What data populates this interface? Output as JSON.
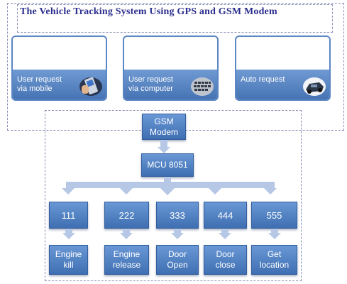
{
  "title": "The Vehicle Tracking System Using GPS and GSM Modem",
  "sources": [
    {
      "label_line1": "User request",
      "label_line2": "via mobile",
      "icon": "mobile-phone-icon"
    },
    {
      "label_line1": "User request",
      "label_line2": "via computer",
      "icon": "keyboard-icon"
    },
    {
      "label_line1": "Auto request",
      "label_line2": "",
      "icon": "vehicle-icon"
    }
  ],
  "gsm": {
    "line1": "GSM",
    "line2": "Modem"
  },
  "mcu": {
    "label": "MCU 8051"
  },
  "commands": [
    {
      "code": "111",
      "action_line1": "Engine",
      "action_line2": "kill"
    },
    {
      "code": "222",
      "action_line1": "Engine",
      "action_line2": "release"
    },
    {
      "code": "333",
      "action_line1": "Door",
      "action_line2": "Open"
    },
    {
      "code": "444",
      "action_line1": "Door",
      "action_line2": "close"
    },
    {
      "code": "555",
      "action_line1": "Get",
      "action_line2": "location"
    }
  ],
  "colors": {
    "title": "#2c2f8f",
    "node": "#4a7cc0",
    "arrow": "#b6c8e6",
    "border": "#8a8fb5"
  }
}
